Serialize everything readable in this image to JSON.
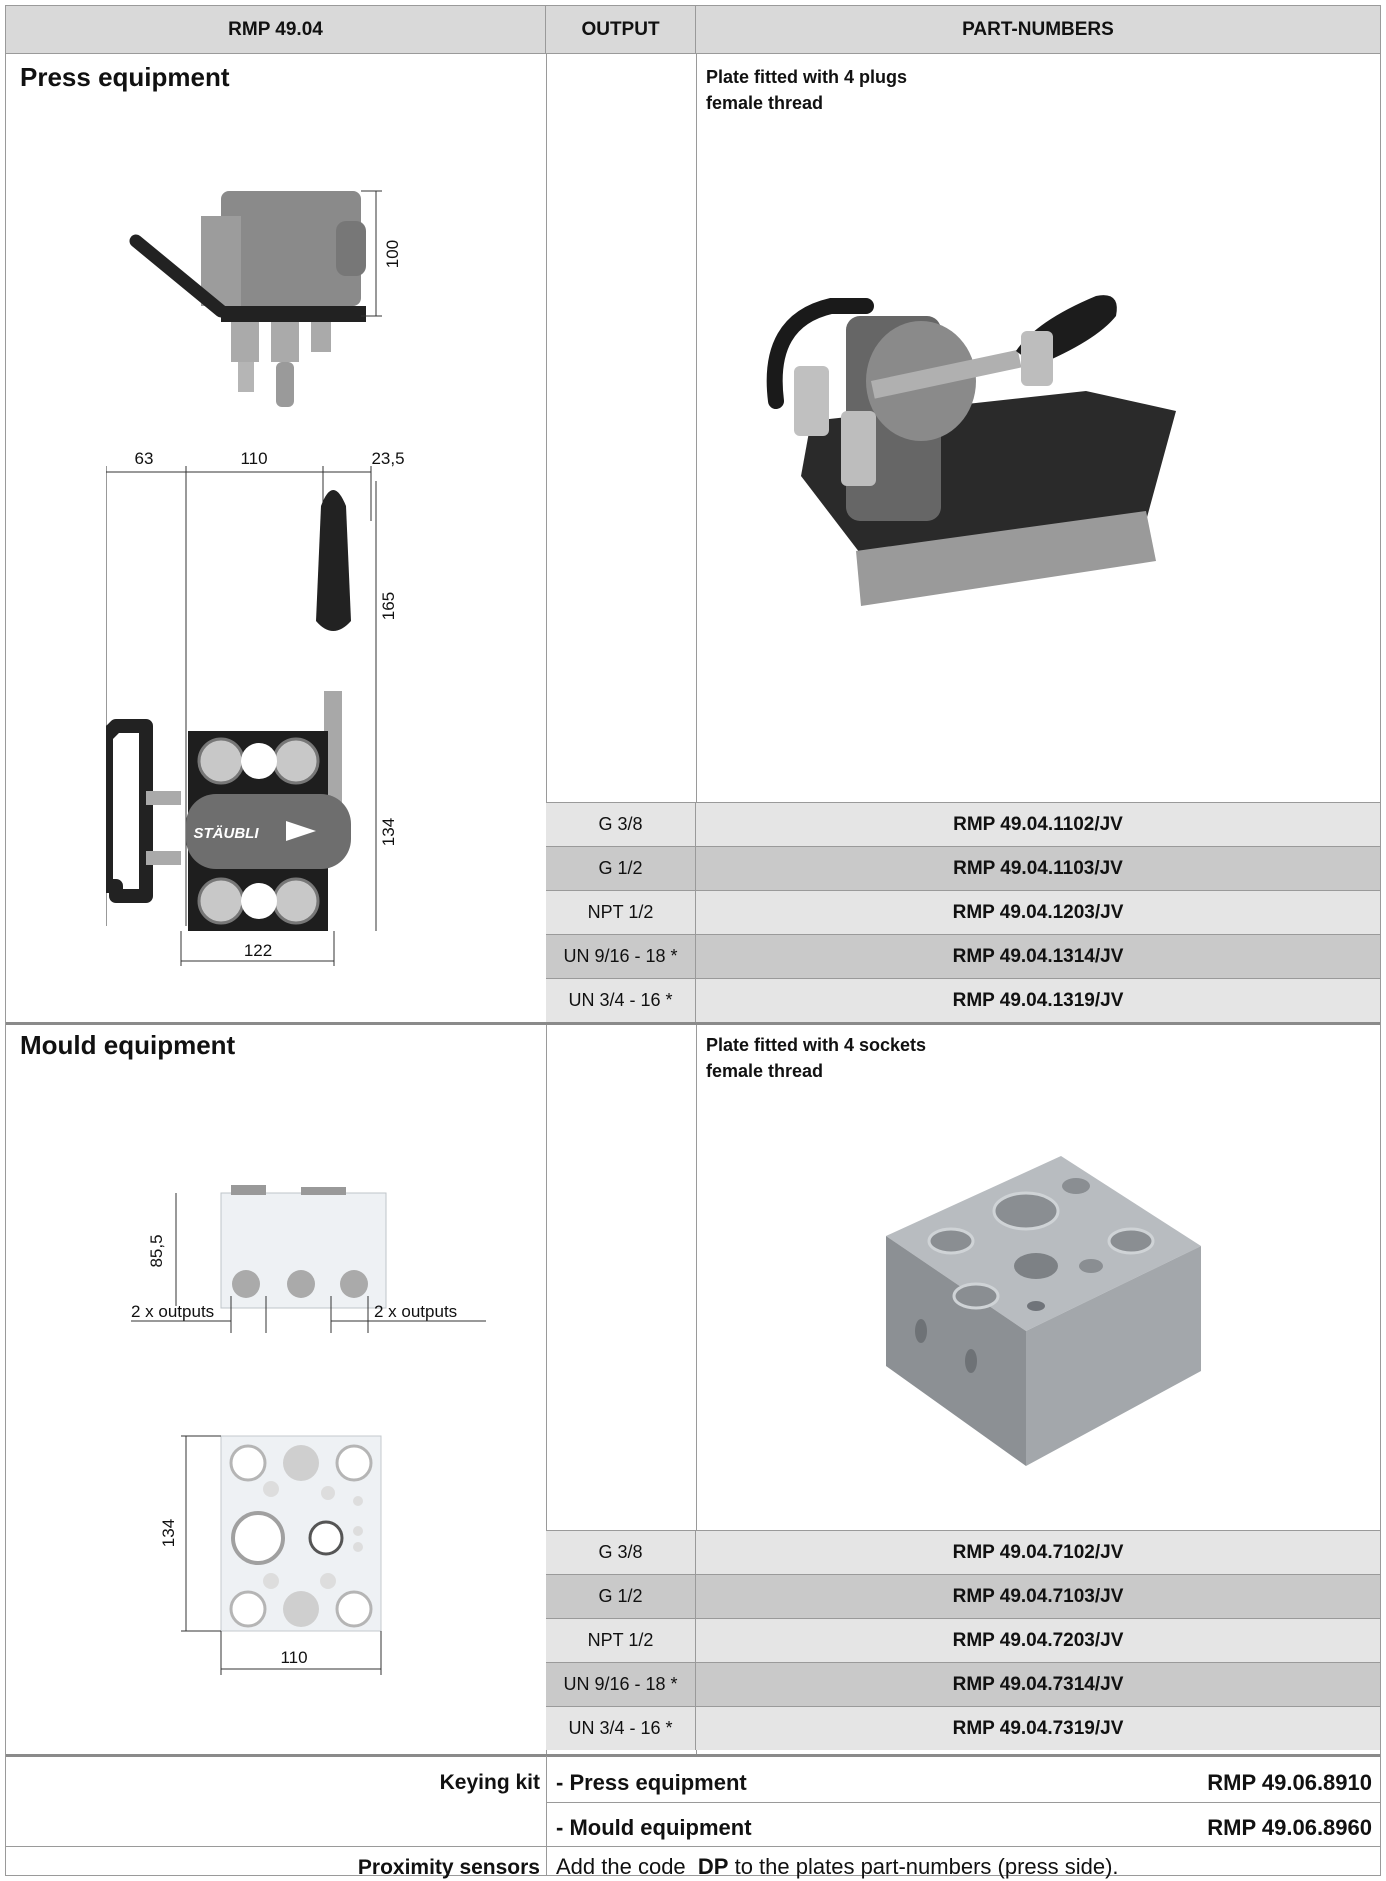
{
  "header": {
    "col1": "RMP 49.04",
    "col2": "OUTPUT",
    "col3": "PART-NUMBERS"
  },
  "press": {
    "title": "Press equipment",
    "plate_line1": "Plate fitted with 4 plugs",
    "plate_line2": "female thread",
    "dims": {
      "height_top": "100",
      "left": "63",
      "middle": "110",
      "right": "23,5",
      "handle": "165",
      "body": "134",
      "width_bottom": "122"
    },
    "logo": "STÄUBLI",
    "rows": [
      {
        "output": "G 3/8",
        "part": "RMP 49.04.1102/JV"
      },
      {
        "output": "G 1/2",
        "part": "RMP 49.04.1103/JV"
      },
      {
        "output": "NPT 1/2",
        "part": "RMP 49.04.1203/JV"
      },
      {
        "output": "UN 9/16 - 18 *",
        "part": "RMP 49.04.1314/JV"
      },
      {
        "output": "UN 3/4 - 16 *",
        "part": "RMP 49.04.1319/JV"
      }
    ]
  },
  "mould": {
    "title": "Mould equipment",
    "plate_line1": "Plate fitted with 4 sockets",
    "plate_line2": "female thread",
    "dims": {
      "height": "85,5",
      "outputs_left": "2 x outputs",
      "outputs_right": "2 x outputs",
      "plate_height": "134",
      "plate_width": "110"
    },
    "rows": [
      {
        "output": "G 3/8",
        "part": "RMP 49.04.7102/JV"
      },
      {
        "output": "G 1/2",
        "part": "RMP 49.04.7103/JV"
      },
      {
        "output": "NPT 1/2",
        "part": "RMP 49.04.7203/JV"
      },
      {
        "output": "UN 9/16 - 18 *",
        "part": "RMP 49.04.7314/JV"
      },
      {
        "output": "UN 3/4 - 16 *",
        "part": "RMP 49.04.7319/JV"
      }
    ]
  },
  "keying": {
    "label": "Keying kit",
    "items": [
      {
        "name": "- Press equipment",
        "part": "RMP 49.06.8910"
      },
      {
        "name": "- Mould equipment",
        "part": "RMP 49.06.8960"
      }
    ]
  },
  "sensors": {
    "label": "Proximity sensors",
    "text_before": "Add the code",
    "code": "DP",
    "text_after": "to the plates part-numbers (press side)."
  }
}
